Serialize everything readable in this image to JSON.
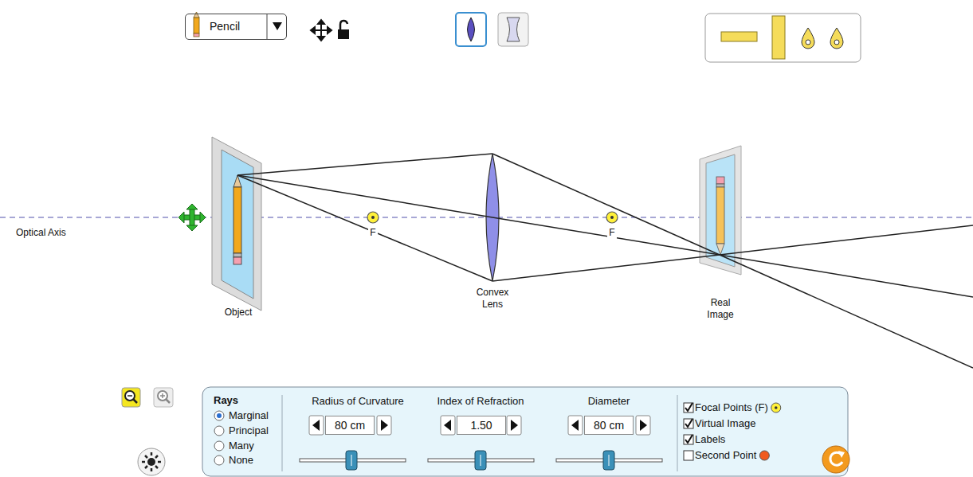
{
  "diagram": {
    "nodes": [
      {
        "text": [
          "Pencil"
        ]
      },
      {
        "text": [
          "Rays",
          "Marginal",
          "Principal",
          "Many",
          "None",
          "Radius of Curvature",
          "Index of Refraction",
          "Diameter",
          "Focal Points (F)",
          "Virtual Image",
          "Labels",
          "Second Point"
        ]
      },
      {
        "text": [
          "80 cm"
        ],
        "in": 1
      },
      {
        "text": [
          "1.50"
        ],
        "in": 1
      },
      {
        "text": [
          "80 cm"
        ],
        "in": 1
      }
    ],
    "labels": [
      "Optical Axis",
      "F",
      "F",
      "Object",
      "Convex Lens",
      "Real Image"
    ]
  }
}
